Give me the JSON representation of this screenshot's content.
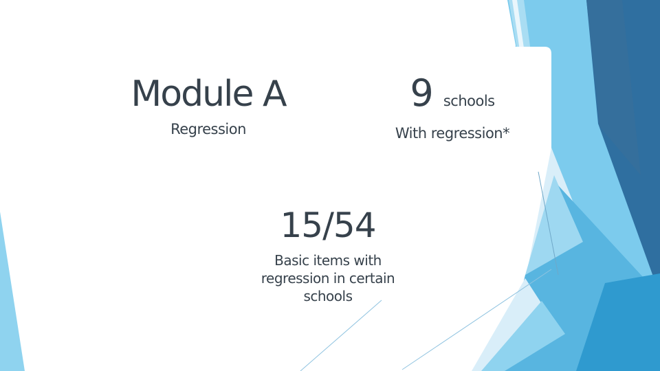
{
  "slide": {
    "title": "Module A",
    "subtitle": "Regression",
    "stat_top": {
      "number": "9",
      "unit": "schools",
      "caption": "With regression*"
    },
    "stat_main": {
      "value": "15/54",
      "caption": "Basic items with regression in certain schools"
    }
  },
  "colors": {
    "background": "#FFFFFF",
    "text": "#36414B",
    "facet_lightest": "#D9EEF9",
    "facet_light": "#7CCBED",
    "facet_light_band": "#A9DDF3",
    "facet_light_edge": "#8FD3EF",
    "facet_medium": "#58B5E0",
    "facet_medium_deep": "#2F9ACF",
    "facet_dark": "#2F6FA0",
    "facet_dark_inner": "#356F9C",
    "hairline": "#8FC3E0"
  }
}
